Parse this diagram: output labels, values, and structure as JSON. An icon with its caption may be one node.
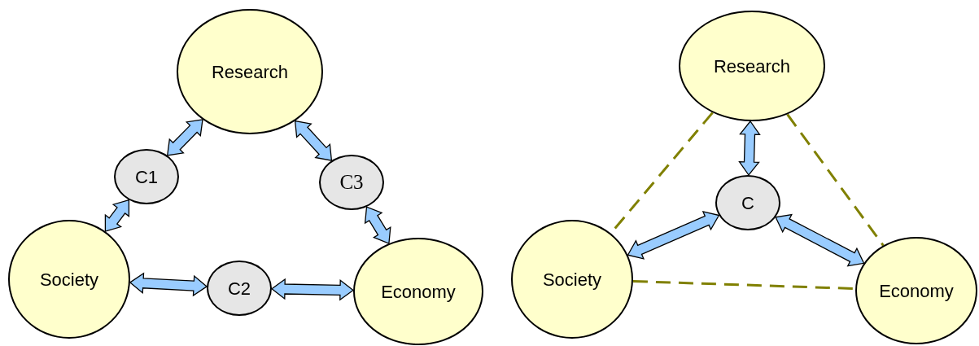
{
  "diagram": {
    "nodes": [
      {
        "text": [
          "Research"
        ]
      },
      {
        "text": [
          "C1"
        ]
      },
      {
        "text": [
          "C3"
        ]
      },
      {
        "text": [
          "Society"
        ]
      },
      {
        "text": [
          "C2"
        ]
      },
      {
        "text": [
          "Economy"
        ]
      },
      {
        "text": [
          "Research"
        ]
      },
      {
        "text": [
          "C"
        ]
      },
      {
        "text": [
          "Society"
        ]
      },
      {
        "text": [
          "Economy"
        ]
      }
    ],
    "edges": [
      {
        "from": 0,
        "to": 1,
        "arrow": "both",
        "style": "thick"
      },
      {
        "from": 1,
        "to": 3,
        "arrow": "both",
        "style": "thick"
      },
      {
        "from": 3,
        "to": 4,
        "arrow": "both",
        "style": "thick"
      },
      {
        "from": 4,
        "to": 5,
        "arrow": "both",
        "style": "thick"
      },
      {
        "from": 0,
        "to": 2,
        "arrow": "both",
        "style": "thick"
      },
      {
        "from": 2,
        "to": 5,
        "arrow": "both",
        "style": "thick"
      },
      {
        "from": 6,
        "to": 7,
        "arrow": "both",
        "style": "thick"
      },
      {
        "from": 7,
        "to": 8,
        "arrow": "both",
        "style": "thick"
      },
      {
        "from": 7,
        "to": 9,
        "arrow": "both",
        "style": "thick"
      },
      {
        "from": 6,
        "to": 8,
        "arrow": "none",
        "style": "dashed",
        "color": "#808000"
      },
      {
        "from": 6,
        "to": 9,
        "arrow": "none",
        "style": "dashed",
        "color": "#808000"
      },
      {
        "from": 8,
        "to": 9,
        "arrow": "none",
        "style": "dashed",
        "color": "#808000"
      }
    ]
  }
}
